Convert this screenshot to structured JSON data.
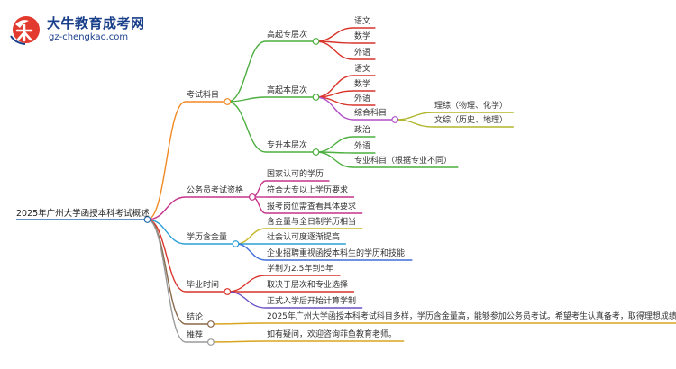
{
  "logo": {
    "title": "大牛教育成考网",
    "url": "gz-chengkao.com"
  },
  "mindmap": {
    "root": "2025年广州大学函授本科考试概述",
    "branches": [
      {
        "label": "考试科目",
        "color": "#f08a24",
        "children": [
          {
            "label": "高起专层次",
            "color": "#4caf3f",
            "children": [
              {
                "label": "语文",
                "color": "#d9342b"
              },
              {
                "label": "数学",
                "color": "#d9342b"
              },
              {
                "label": "外语",
                "color": "#d9342b"
              }
            ]
          },
          {
            "label": "高起本层次",
            "color": "#4caf3f",
            "children": [
              {
                "label": "语文",
                "color": "#d9342b"
              },
              {
                "label": "数学",
                "color": "#d9342b"
              },
              {
                "label": "外语",
                "color": "#d9342b"
              },
              {
                "label": "综合科目",
                "color": "#b04fc6",
                "children": [
                  {
                    "label": "理综（物理、化学）",
                    "color": "#b0b62a"
                  },
                  {
                    "label": "文综（历史、地理）",
                    "color": "#b0b62a"
                  }
                ]
              }
            ]
          },
          {
            "label": "专升本层次",
            "color": "#4caf3f",
            "children": [
              {
                "label": "政治",
                "color": "#4caf3f"
              },
              {
                "label": "外语",
                "color": "#4caf3f"
              },
              {
                "label": "专业科目（根据专业不同）",
                "color": "#4caf3f"
              }
            ]
          }
        ]
      },
      {
        "label": "公务员考试资格",
        "color": "#c4338a",
        "children": [
          {
            "label": "国家认可的学历",
            "color": "#c4338a"
          },
          {
            "label": "符合大专以上学历要求",
            "color": "#c4338a"
          },
          {
            "label": "报考岗位需查看具体要求",
            "color": "#c4338a"
          }
        ]
      },
      {
        "label": "学历含金量",
        "color": "#2a9fd6",
        "children": [
          {
            "label": "含金量与全日制学历相当",
            "color": "#c7b82a"
          },
          {
            "label": "社会认可度逐渐提高",
            "color": "#2a9fd6"
          },
          {
            "label": "企业招聘重视函授本科生的学历和技能",
            "color": "#3f6fd6"
          }
        ]
      },
      {
        "label": "毕业时间",
        "color": "#d9342b",
        "children": [
          {
            "label": "学制为2.5年到5年",
            "color": "#d9342b"
          },
          {
            "label": "取决于层次和专业选择",
            "color": "#d9342b"
          },
          {
            "label": "正式入学后开始计算学制",
            "color": "#6b4fc6"
          }
        ]
      },
      {
        "label": "结论",
        "color": "#8a6a4a",
        "children": [
          {
            "label": "2025年广州大学函授本科考试科目多样，学历含金量高，能够参加公务员考试。希望考生认真备考，取得理想成绩。",
            "color": "#d9a520"
          }
        ]
      },
      {
        "label": "推荐",
        "color": "#9a9a9a",
        "children": [
          {
            "label": "如有疑问，欢迎咨询菲鱼教育老师。",
            "color": "#d9a520"
          }
        ]
      }
    ]
  }
}
